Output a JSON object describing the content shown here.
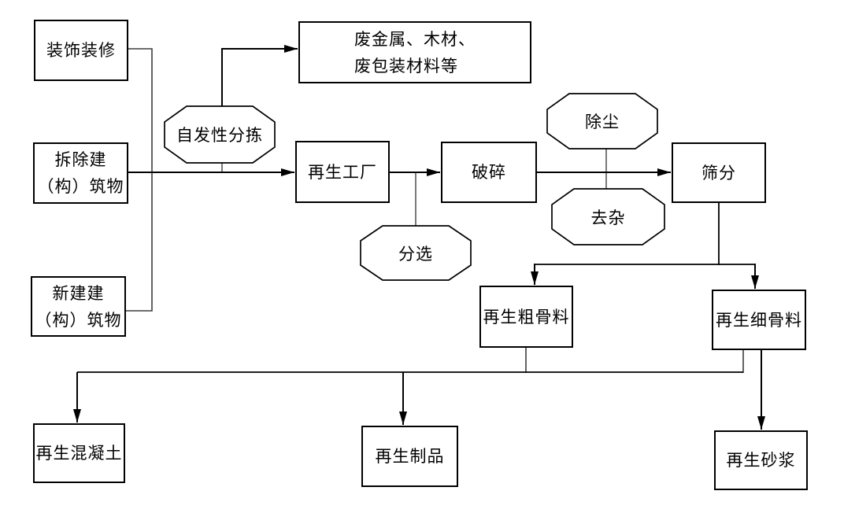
{
  "diagram": {
    "title": "construction-waste-recycling-flowchart",
    "nodes": {
      "decoration": {
        "label": "装饰装修"
      },
      "demolition": {
        "line1": "拆除建",
        "line2": "（构）筑物"
      },
      "new_construction": {
        "line1": "新建建",
        "line2": "（构）筑物"
      },
      "waste_materials": {
        "line1": "废金属、木材、",
        "line2": "废包装材料等"
      },
      "spontaneous_sorting": {
        "label": "自发性分拣"
      },
      "recycling_plant": {
        "label": "再生工厂"
      },
      "sorting": {
        "label": "分选"
      },
      "crushing": {
        "label": "破碎"
      },
      "dust_removal": {
        "label": "除尘"
      },
      "impurity_removal": {
        "label": "去杂"
      },
      "screening": {
        "label": "筛分"
      },
      "coarse_aggregate": {
        "label": "再生粗骨料"
      },
      "fine_aggregate": {
        "label": "再生细骨料"
      },
      "recycled_concrete": {
        "label": "再生混凝土"
      },
      "recycled_products": {
        "label": "再生制品"
      },
      "recycled_mortar": {
        "label": "再生砂浆"
      }
    },
    "colors": {
      "line": "#000000",
      "stub_line": "#595959",
      "node_border": "#000000",
      "node_background": "#ffffff",
      "text": "#000000",
      "page_background": "#ffffff"
    }
  }
}
